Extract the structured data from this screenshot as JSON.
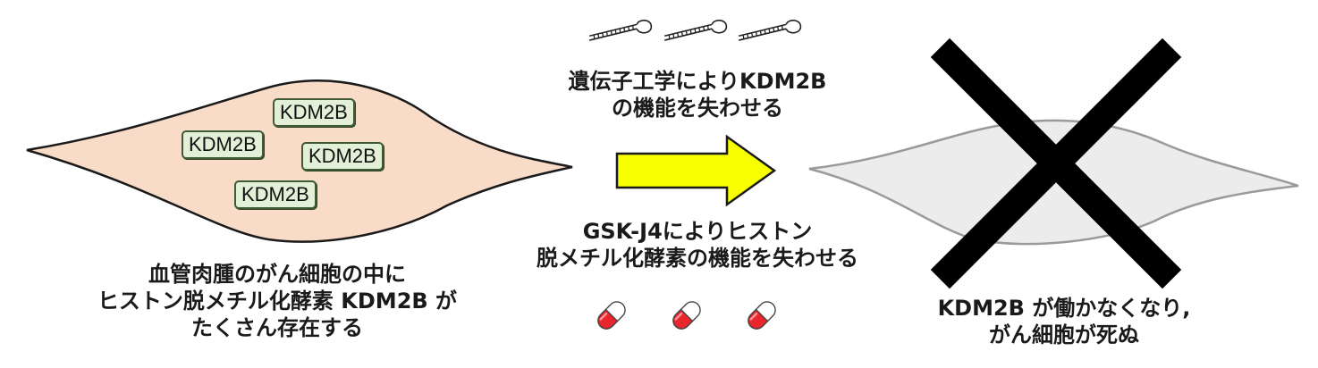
{
  "left_panel": {
    "enzyme_labels": [
      "KDM2B",
      "KDM2B",
      "KDM2B",
      "KDM2B"
    ],
    "caption_lines": [
      "血管肉腫のがん細胞の中に",
      "ヒストン脱メチル化酵素 KDM2B が",
      "たくさん存在する"
    ],
    "cell_fill": "#f9dcc8",
    "enzyme_fill": "#e1f0d6"
  },
  "middle_panel": {
    "top_caption_lines": [
      "遺伝子工学によりKDM2B",
      "の機能を失わせる"
    ],
    "bottom_caption_lines": [
      "GSK-J4によりヒストン",
      "脱メチル化酵素の機能を失わせる"
    ],
    "top_icons": [
      "shrna-icon",
      "shrna-icon",
      "shrna-icon"
    ],
    "bottom_icons": [
      "pill-icon",
      "pill-icon",
      "pill-icon"
    ],
    "arrow_fill": "#f8ff00"
  },
  "right_panel": {
    "caption_lines": [
      "KDM2B が働かなくなり,",
      "がん細胞が死ぬ"
    ],
    "cell_fill": "#ececec",
    "cross_color": "#000000"
  }
}
